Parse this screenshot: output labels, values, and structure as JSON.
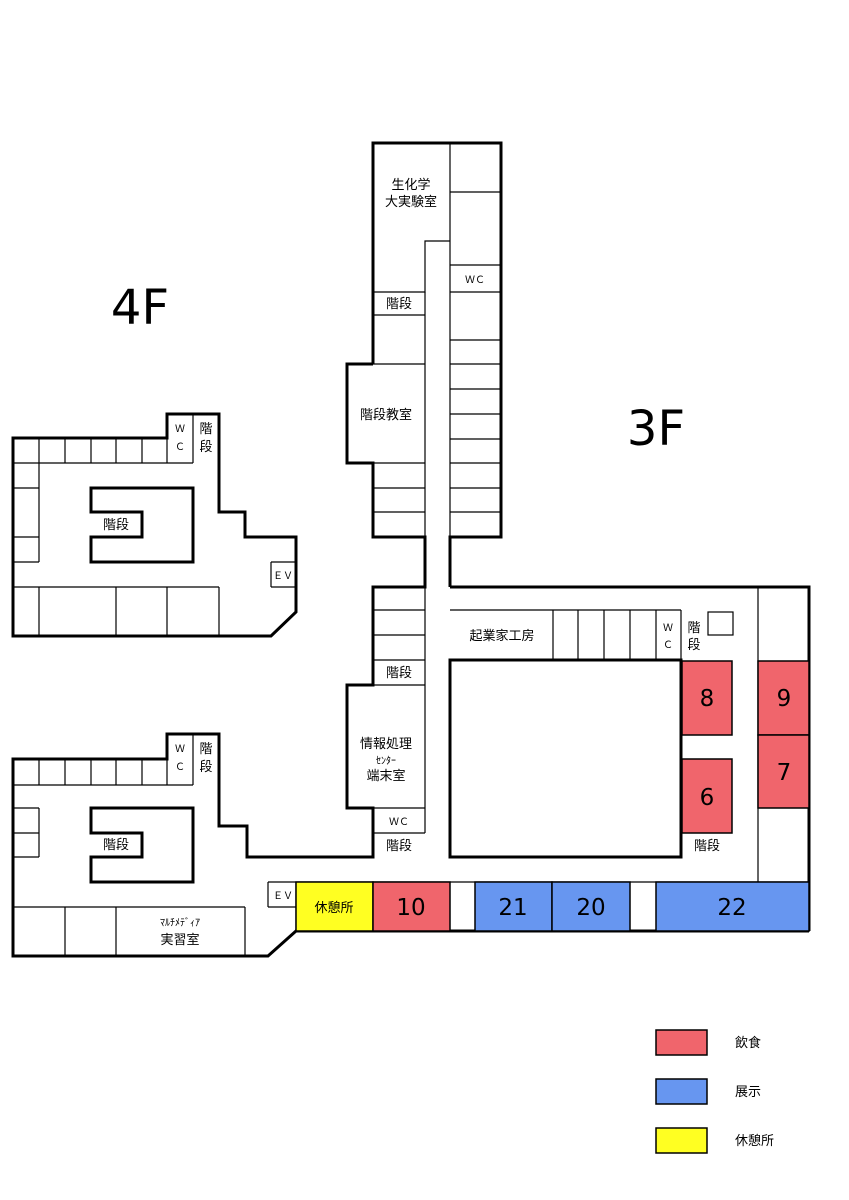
{
  "floor_labels": {
    "floor4": "4F",
    "floor3": "3F"
  },
  "rooms": {
    "bio_lab": [
      "生化学",
      "大実験室"
    ],
    "wc_top": "ＷＣ",
    "stairs_upper": "階段",
    "stair_classroom": "階段教室",
    "stairs_mid": "階段",
    "info_center": [
      "情報処理",
      "ｾﾝﾀｰ",
      "端末室"
    ],
    "wc_info": "ＷＣ",
    "stairs_info": "階段",
    "kigyou": "起業家工房",
    "wc_3f": [
      "Ｗ",
      "Ｃ"
    ],
    "stairs_3f": [
      "階",
      "段"
    ],
    "stairs_3f_bottom": "階段",
    "f4_wc": [
      "Ｗ",
      "Ｃ"
    ],
    "f4_stairs_side": [
      "階",
      "段"
    ],
    "f4_stairs_center": "階段",
    "f4_ev": "ＥＶ",
    "f3_wc": [
      "Ｗ",
      "Ｃ"
    ],
    "f3_stairs_side": [
      "階",
      "段"
    ],
    "f3_stairs_center": "階段",
    "f3_ev": "ＥＶ",
    "multimedia": [
      "ﾏﾙﾁﾒﾃﾞｨｱ",
      "実習室"
    ]
  },
  "booths": [
    {
      "label": "8",
      "category": "food"
    },
    {
      "label": "9",
      "category": "food"
    },
    {
      "label": "6",
      "category": "food"
    },
    {
      "label": "7",
      "category": "food"
    },
    {
      "label": "休憩所",
      "category": "rest"
    },
    {
      "label": "10",
      "category": "food"
    },
    {
      "label": "21",
      "category": "exhibit"
    },
    {
      "label": "20",
      "category": "exhibit"
    },
    {
      "label": "22",
      "category": "exhibit"
    }
  ],
  "legend": [
    {
      "label": "飲食",
      "category": "food"
    },
    {
      "label": "展示",
      "category": "exhibit"
    },
    {
      "label": "休憩所",
      "category": "rest"
    }
  ],
  "colors": {
    "food": "#f0656c",
    "exhibit": "#6796f0",
    "rest": "#ffff22"
  }
}
